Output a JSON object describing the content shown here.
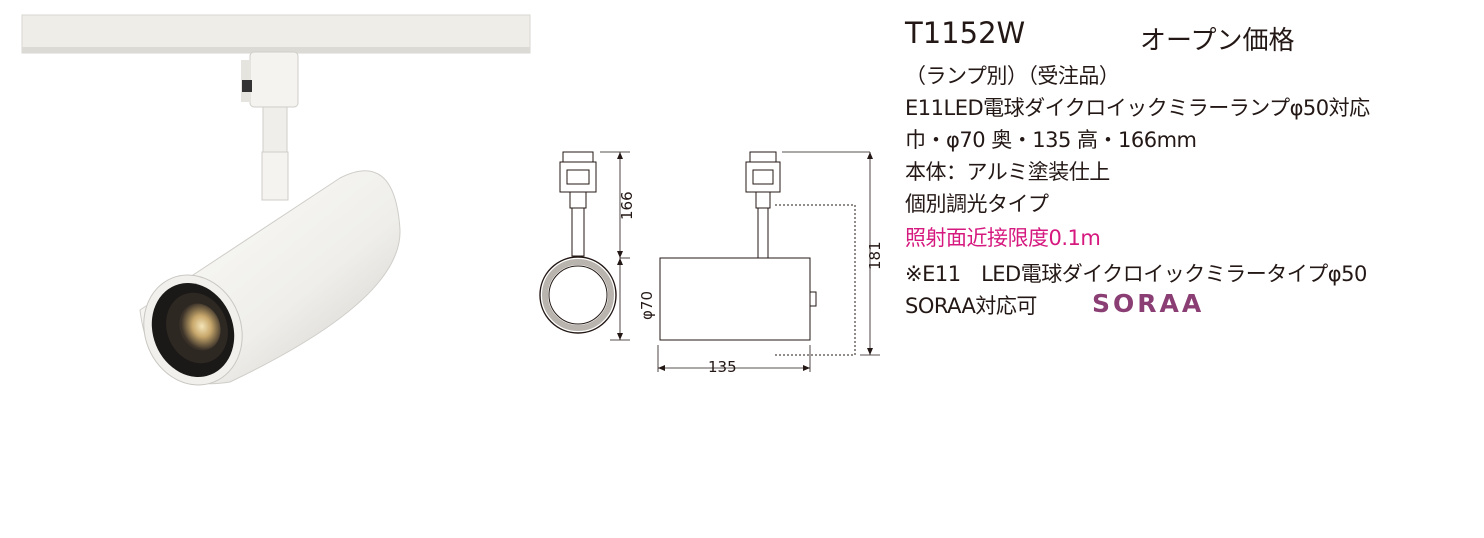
{
  "product": {
    "model": "T1152W",
    "price": "オープン価格"
  },
  "specs": {
    "lamp_note": "（ランプ別）（受注品）",
    "lamp_type": "E11LED電球ダイクロイックミラーランプφ50対応",
    "dimensions": "巾・φ70 奥・135 高・166mm",
    "finish": "本体：アルミ塗装仕上",
    "dimming": "個別調光タイプ",
    "distance": "照射面近接限度0.1m",
    "compatible_lamp": "※E11　LED電球ダイクロイックミラータイプφ50",
    "soraa": "SORAA対応可"
  },
  "logo": {
    "soraa": "SORAA"
  },
  "drawing": {
    "height_label": "166",
    "diameter_label": "φ70",
    "depth_label": "135",
    "total_height_label": "181"
  },
  "colors": {
    "text": "#231815",
    "accent_pink": "#d6197f",
    "soraa_logo": "#8a3e74"
  }
}
